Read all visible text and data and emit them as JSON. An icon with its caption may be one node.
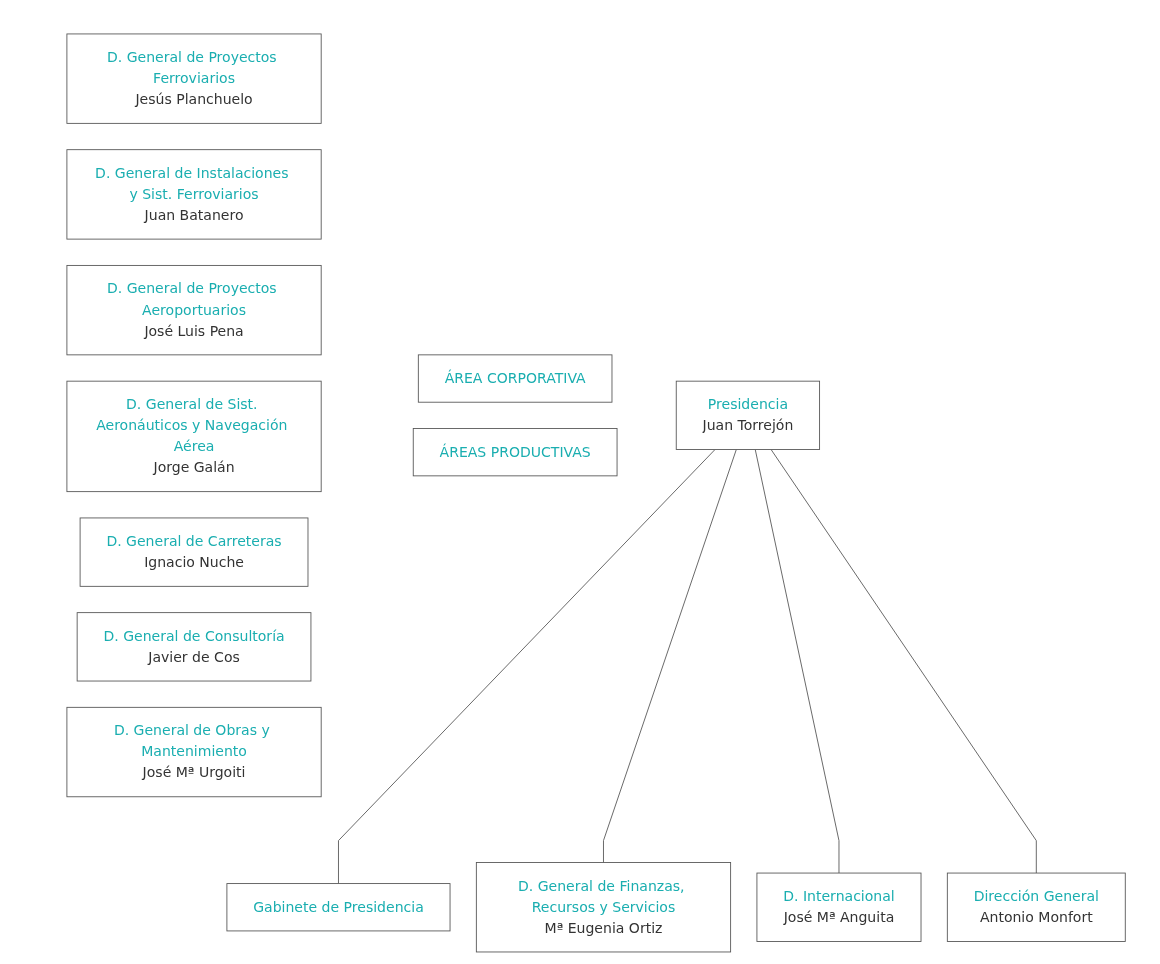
{
  "diagram": {
    "nodes": [
      {
        "text": [
          "ÁREA CORPORATIVA"
        ]
      },
      {
        "text": [
          "Presidencia",
          "Juan Torrejón"
        ]
      },
      {
        "text": [
          "Gabinete de Presidencia"
        ]
      },
      {
        "text": [
          "D. General de Finanzas, Recursos y Servicios",
          "Mª Eugenia Ortiz"
        ]
      },
      {
        "text": [
          "D. Internacional",
          "José Mª Anguita"
        ]
      },
      {
        "text": [
          "Dirección General",
          "Antonio Monfort"
        ]
      },
      {
        "text": [
          "ÁREAS PRODUCTIVAS"
        ]
      },
      {
        "text": [
          "D. General de Proyectos Ferroviarios",
          "Jesús Planchuelo"
        ]
      },
      {
        "text": [
          "D. General de Instalaciones y Sist. Ferroviarios",
          "Juan Batanero"
        ]
      },
      {
        "text": [
          "D. General de Proyectos Aeroportuarios",
          "José Luis Pena"
        ]
      },
      {
        "text": [
          "D. General de Sist. Aeronáuticos y Navegación Aérea",
          "Jorge Galán"
        ]
      },
      {
        "text": [
          "D. General de Carreteras",
          "Ignacio Nuche"
        ]
      },
      {
        "text": [
          "D. General de Consultoría",
          "Javier de Cos"
        ]
      },
      {
        "text": [
          "D. General de Obras y Mantenimiento",
          "José Mª Urgoiti"
        ]
      }
    ],
    "edges": [
      {
        "from": 1,
        "to": 2,
        "arrow": "none"
      },
      {
        "from": 1,
        "to": 3,
        "arrow": "none"
      },
      {
        "from": 1,
        "to": 4,
        "arrow": "none"
      },
      {
        "from": 1,
        "to": 5,
        "arrow": "none"
      }
    ]
  }
}
